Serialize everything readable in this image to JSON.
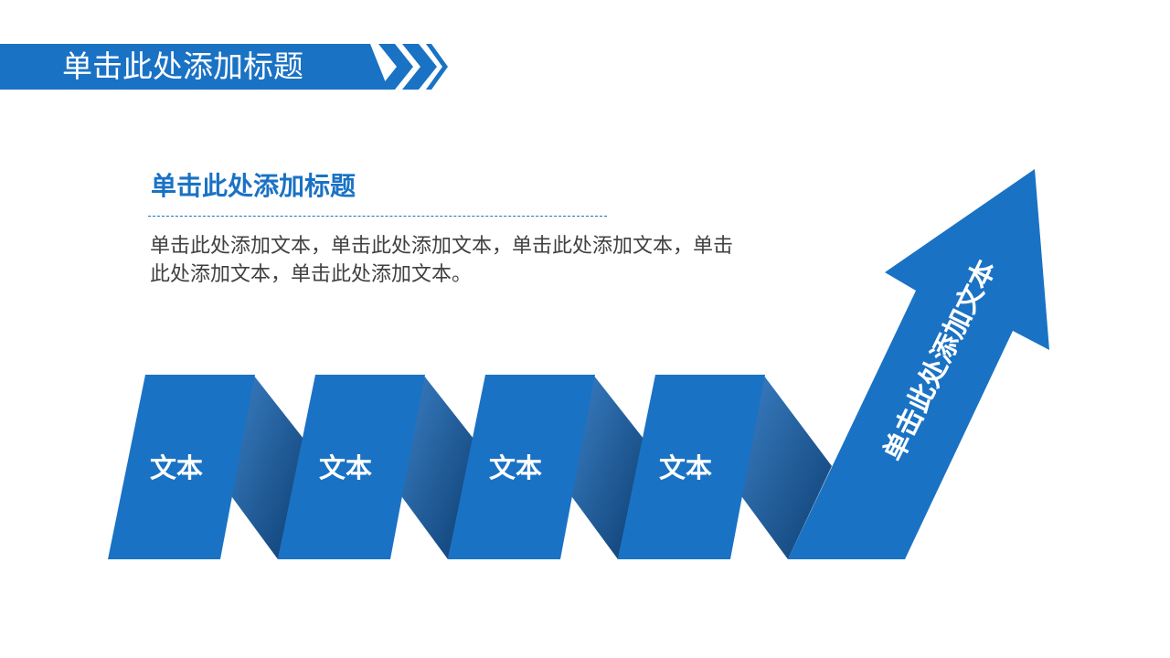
{
  "header": {
    "title": "单击此处添加标题"
  },
  "content": {
    "subtitle": "单击此处添加标题",
    "body": "单击此处添加文本，单击此处添加文本，单击此处添加文本，单击此处添加文本，单击此处添加文本。"
  },
  "steps": [
    {
      "label": "文本"
    },
    {
      "label": "文本"
    },
    {
      "label": "文本"
    },
    {
      "label": "文本"
    }
  ],
  "arrow": {
    "label": "单击此处添加文本"
  },
  "colors": {
    "primary": "#1a72c4",
    "shade_light": "#2f6fb0",
    "shade_dark": "#0d3f73",
    "text_body": "#404040",
    "background": "#ffffff"
  }
}
